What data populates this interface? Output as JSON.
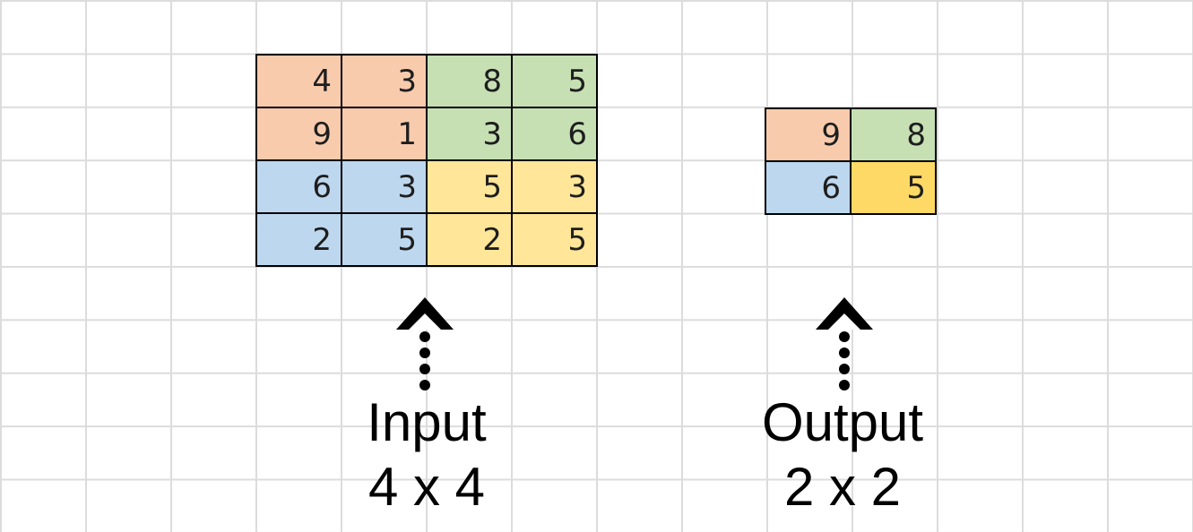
{
  "input_matrix": {
    "label": "Input",
    "size": "4 x 4",
    "rows": [
      [
        {
          "value": "4",
          "color": "#f8cbad"
        },
        {
          "value": "3",
          "color": "#f8cbad"
        },
        {
          "value": "8",
          "color": "#c6e0b4"
        },
        {
          "value": "5",
          "color": "#c6e0b4"
        }
      ],
      [
        {
          "value": "9",
          "color": "#f8cbad"
        },
        {
          "value": "1",
          "color": "#f8cbad"
        },
        {
          "value": "3",
          "color": "#c6e0b4"
        },
        {
          "value": "6",
          "color": "#c6e0b4"
        }
      ],
      [
        {
          "value": "6",
          "color": "#bdd7ee"
        },
        {
          "value": "3",
          "color": "#bdd7ee"
        },
        {
          "value": "5",
          "color": "#ffe699"
        },
        {
          "value": "3",
          "color": "#ffe699"
        }
      ],
      [
        {
          "value": "2",
          "color": "#bdd7ee"
        },
        {
          "value": "5",
          "color": "#bdd7ee"
        },
        {
          "value": "2",
          "color": "#ffe699"
        },
        {
          "value": "5",
          "color": "#ffe699"
        }
      ]
    ]
  },
  "output_matrix": {
    "label": "Output",
    "size": "2 x 2",
    "rows": [
      [
        {
          "value": "9",
          "color": "#f8cbad"
        },
        {
          "value": "8",
          "color": "#c6e0b4"
        }
      ],
      [
        {
          "value": "6",
          "color": "#bdd7ee"
        },
        {
          "value": "5",
          "color": "#ffd966"
        }
      ]
    ]
  },
  "arrow_icon": "dotted-up-arrow-icon"
}
